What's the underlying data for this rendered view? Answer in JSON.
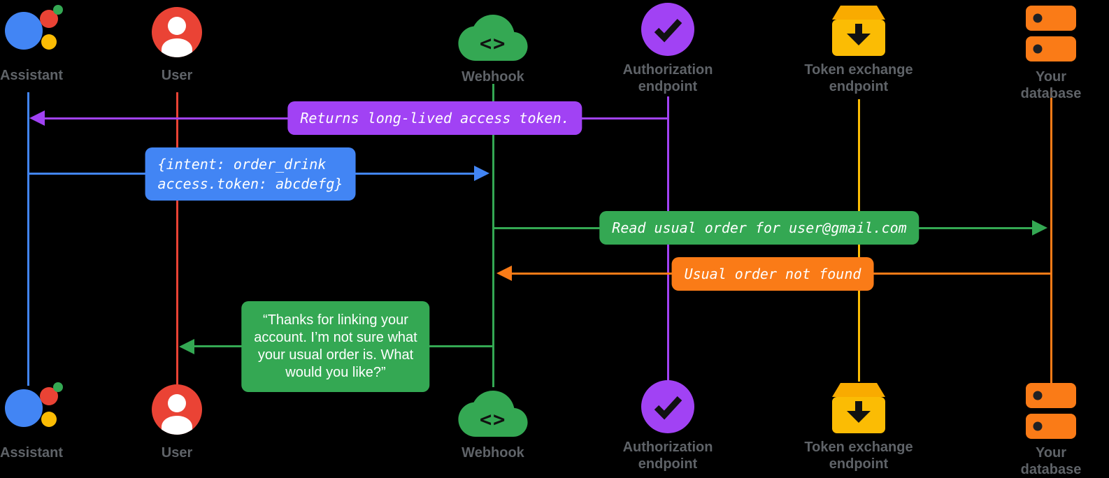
{
  "colors": {
    "blue": "#4285f4",
    "red": "#ea4335",
    "green": "#34a853",
    "purple": "#a142f4",
    "yellow": "#fbbc04",
    "orange": "#fa7b17",
    "label_gray": "#5f6368",
    "background": "#000000"
  },
  "actors": [
    {
      "id": "assistant",
      "label": "Assistant",
      "icon": "google-assistant-logo"
    },
    {
      "id": "user",
      "label": "User",
      "icon": "user-icon"
    },
    {
      "id": "webhook",
      "label": "Webhook",
      "icon": "cloud-code-icon"
    },
    {
      "id": "authorization-endpoint",
      "label": "Authorization endpoint",
      "icon": "check-circle-icon"
    },
    {
      "id": "token-exchange-endpoint",
      "label": "Token exchange endpoint",
      "icon": "archive-download-icon"
    },
    {
      "id": "your-database",
      "label": "Your database",
      "icon": "database-icon"
    }
  ],
  "messages": {
    "returns_token": {
      "from": "authorization-endpoint",
      "to": "assistant",
      "color": "#a142f4",
      "text": "Returns long-lived access token."
    },
    "intent": {
      "from": "assistant",
      "to": "webhook",
      "color": "#4285f4",
      "line1": "{intent: order_drink",
      "line2": "access.token: abcdefg}"
    },
    "read_order": {
      "from": "webhook",
      "to": "your-database",
      "color": "#34a853",
      "text": "Read usual order for user@gmail.com"
    },
    "not_found": {
      "from": "your-database",
      "to": "webhook",
      "color": "#fa7b17",
      "text": "Usual order not found"
    },
    "thanks": {
      "from": "webhook",
      "to": "user",
      "color": "#34a853",
      "line1": "“Thanks for linking your",
      "line2": "account. I’m not sure what",
      "line3": "your usual order is. What",
      "line4": "would you like?”"
    }
  }
}
